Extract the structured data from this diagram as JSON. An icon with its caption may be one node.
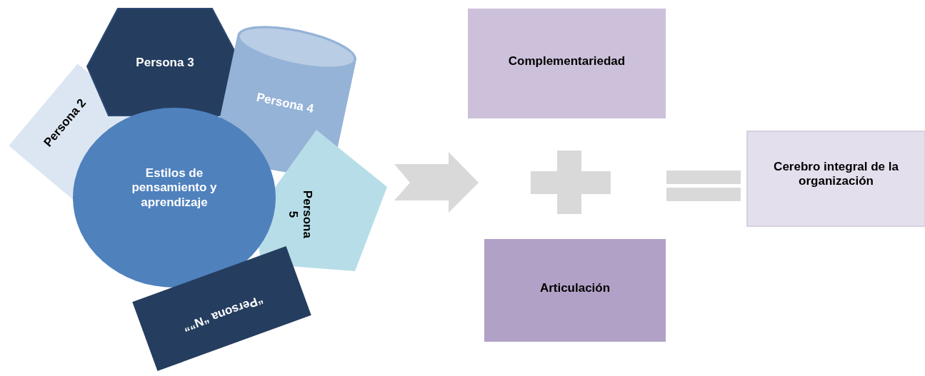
{
  "diagram": {
    "nodes": [
      {
        "text": [
          "Persona 3"
        ]
      },
      {
        "text": [
          "Persona 2"
        ]
      },
      {
        "text": [
          "Persona 4"
        ]
      },
      {
        "text": [
          "Estilos de pensamiento y aprendizaje"
        ]
      },
      {
        "text": [
          "Persona 5"
        ]
      },
      {
        "text": [
          "“Persona “N””"
        ]
      },
      {
        "text": [
          "Complementariedad"
        ]
      },
      {
        "text": [
          "Articulación"
        ]
      },
      {
        "text": [
          "Cerebro integral de la organización"
        ]
      }
    ]
  }
}
